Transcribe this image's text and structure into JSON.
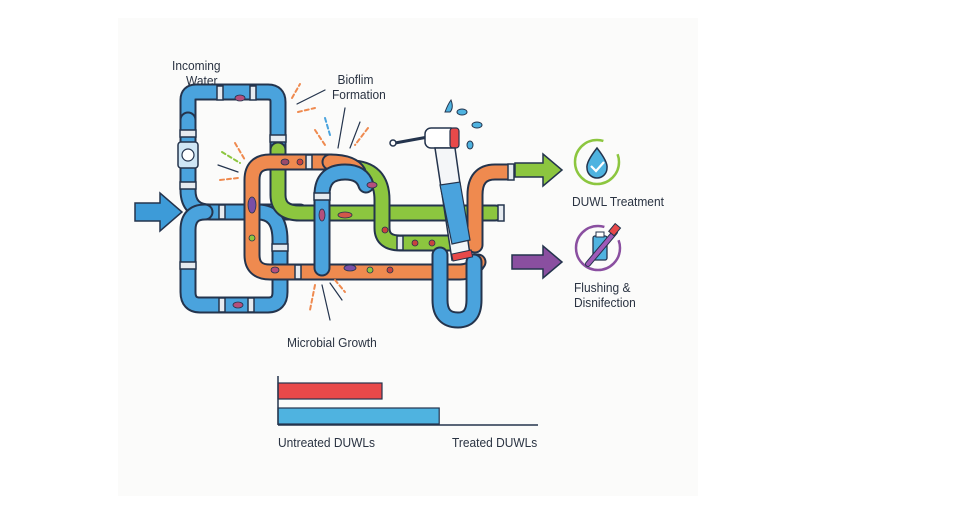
{
  "labels": {
    "incoming_water": [
      "Incoming",
      "Water"
    ],
    "biofilm_formation": [
      "Bioflim",
      "Formation"
    ],
    "microbial_growth": "Microbial Growth",
    "duwl_treatment": "DUWL Treatment",
    "flushing_disinfection": [
      "Flushing &",
      "Disnifection"
    ]
  },
  "icons": {
    "inlet_arrow": "arrow-right-icon",
    "treatment_arrow": "arrow-right-icon",
    "flushing_arrow": "arrow-right-icon",
    "treatment_icon": "water-drop-check-icon",
    "flushing_icon": "brush-bottle-icon",
    "handpiece": "dental-handpiece-icon",
    "water_meter": "gauge-icon"
  },
  "colors": {
    "blue_pipe": "#4aa3dd",
    "orange_pipe": "#ef8a4f",
    "green_pipe": "#8cc63f",
    "purple": "#8a4fa0",
    "outline": "#24344d",
    "red_bar": "#e8494a",
    "blue_bar": "#4fb3e0"
  },
  "chart_data": {
    "type": "bar",
    "orientation": "horizontal",
    "categories": [
      "Untreated DUWLs",
      "Treated DUWLs"
    ],
    "series": [
      {
        "color": "#e8494a",
        "value": 0.4
      },
      {
        "color": "#4fb3e0",
        "value": 0.62
      }
    ],
    "xlim": [
      0,
      1
    ],
    "grid": false
  }
}
